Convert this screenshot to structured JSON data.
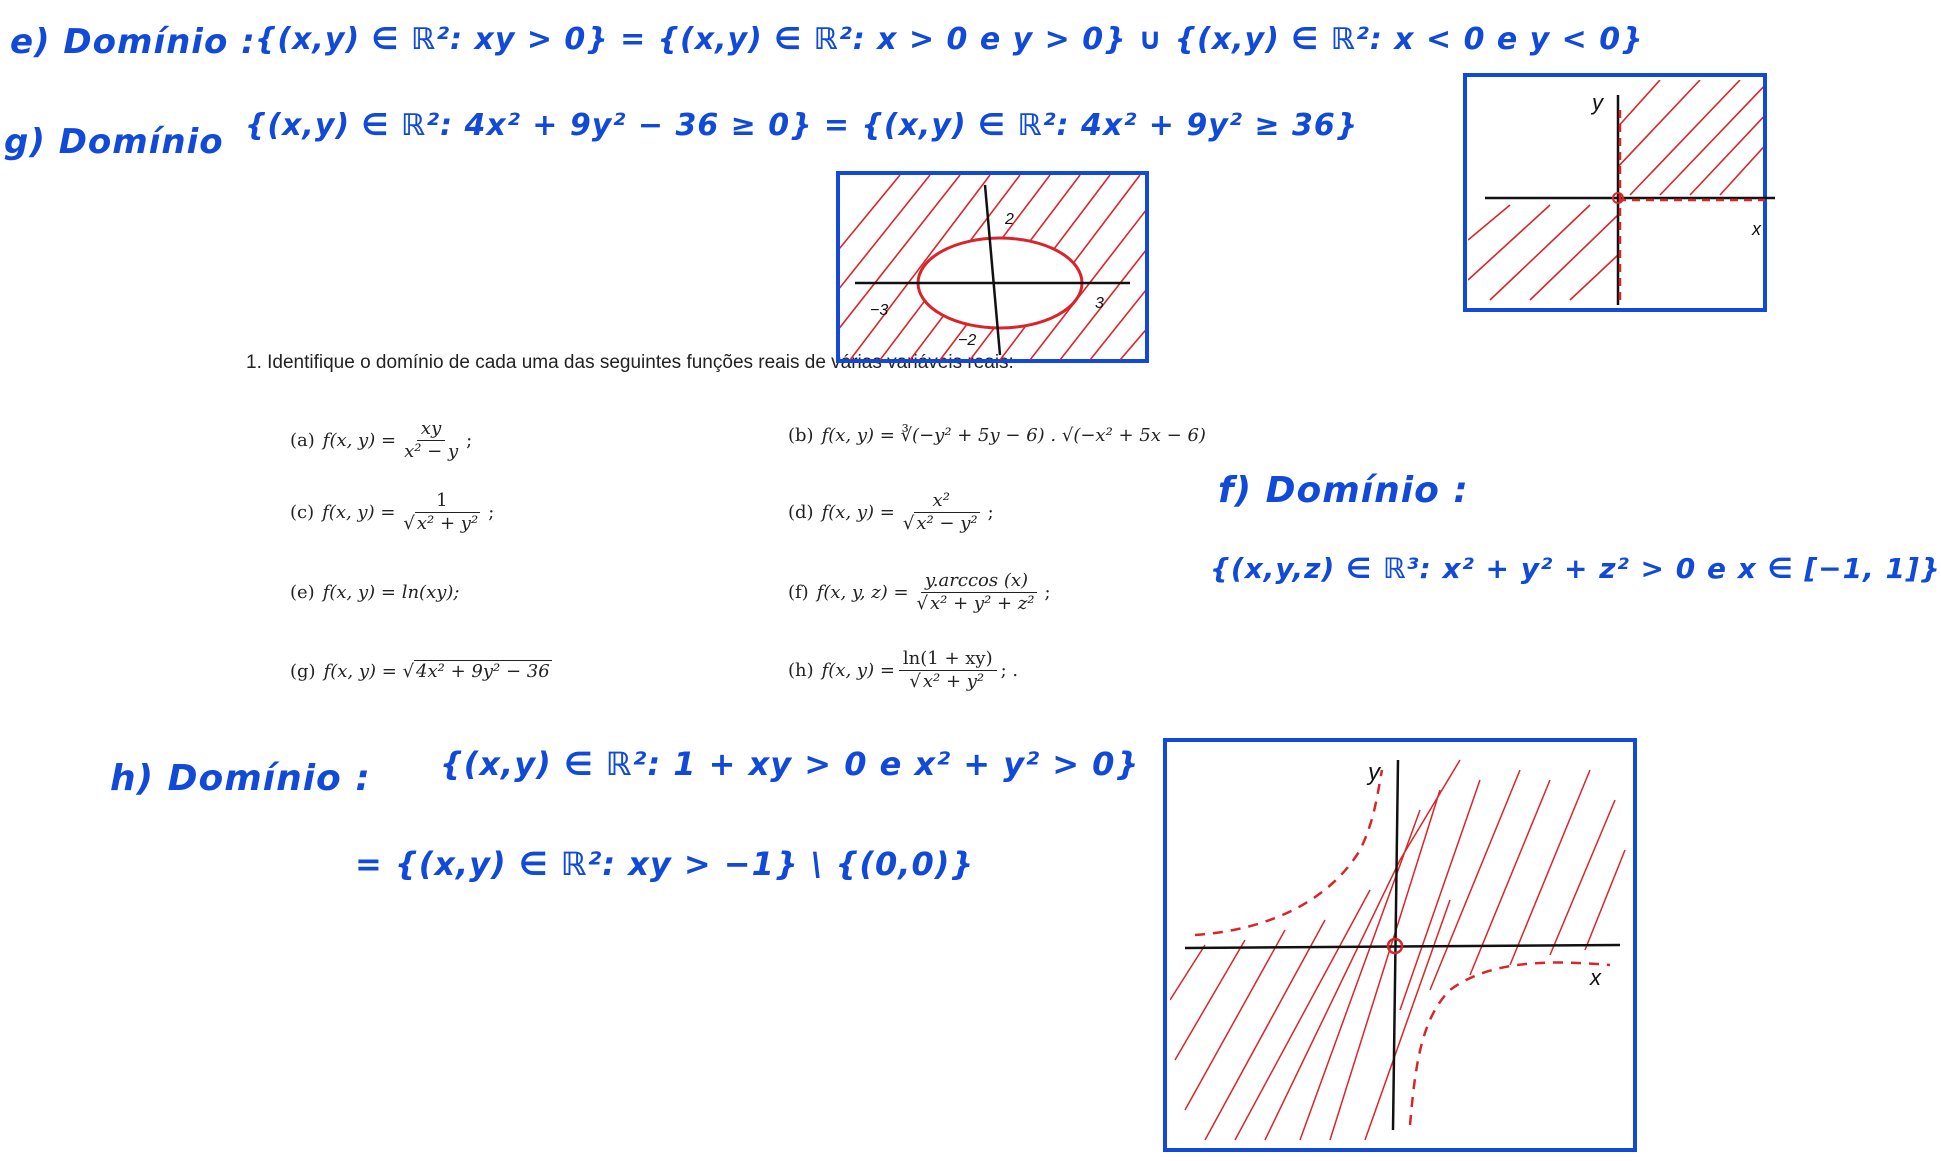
{
  "notes": {
    "e_label": "e) Domínio :",
    "e_text": "{(x,y) ∈ ℝ²: xy > 0} = {(x,y) ∈ ℝ²: x > 0 e y > 0} ∪ {(x,y) ∈ ℝ²: x < 0 e y < 0}",
    "g_label": "g) Domínio",
    "g_text": "{(x,y) ∈ ℝ²: 4x² + 9y² − 36 ≥ 0} = {(x,y) ∈ ℝ²: 4x² + 9y² ≥ 36}",
    "f_label": "f) Domínio :",
    "f_text": "{(x,y,z) ∈ ℝ³: x² + y² + z² > 0 e x ∈ [−1, 1]}",
    "h_label": "h) Domínio :",
    "h_line1": "{(x,y) ∈ ℝ²: 1 + xy > 0 e x² + y² > 0}",
    "h_line2": "= {(x,y) ∈ ℝ²: xy > −1} \\ {(0,0)}"
  },
  "exercise": {
    "header": "1. Identifique o domínio de cada uma das seguintes funções reais de várias variáveis reais:",
    "a_label": "(a)",
    "a_lhs": "f(x, y) =",
    "a_num": "xy",
    "a_den": "x² − y",
    "a_tail": ";",
    "b_label": "(b)",
    "b_text": "f(x, y) = ∛(−y² + 5y − 6) . √(−x² + 5x − 6)",
    "c_label": "(c)",
    "c_lhs": "f(x, y) =",
    "c_num": "1",
    "c_den": "x² + y²",
    "c_tail": ";",
    "d_label": "(d)",
    "d_lhs": "f(x, y) =",
    "d_num": "x²",
    "d_den": "x² − y²",
    "d_tail": ";",
    "e_label": "(e)",
    "e_text": "f(x, y) = ln(xy);",
    "f_label": "(f)",
    "f_lhs": "f(x, y, z) =",
    "f_num": "y.arccos (x)",
    "f_den": "x² + y² + z²",
    "f_tail": ";",
    "g_label": "(g)",
    "g_lhs": "f(x, y) = √",
    "g_rad": "4x² + 9y² − 36",
    "h_label": "(h)",
    "h_lhs": "f(x, y) =",
    "h_num": "ln(1 + xy)",
    "h_den": "x² + y²",
    "h_tail": "; ."
  },
  "sketches": {
    "ellipse_top": "2",
    "ellipse_bottom": "−2",
    "ellipse_left": "−3",
    "ellipse_right": "3",
    "quad_x": "x",
    "quad_y": "y",
    "hyp_x": "x",
    "hyp_y": "y"
  },
  "colors": {
    "ink": "#1149d8",
    "red": "#d9252a",
    "text": "#222222"
  }
}
